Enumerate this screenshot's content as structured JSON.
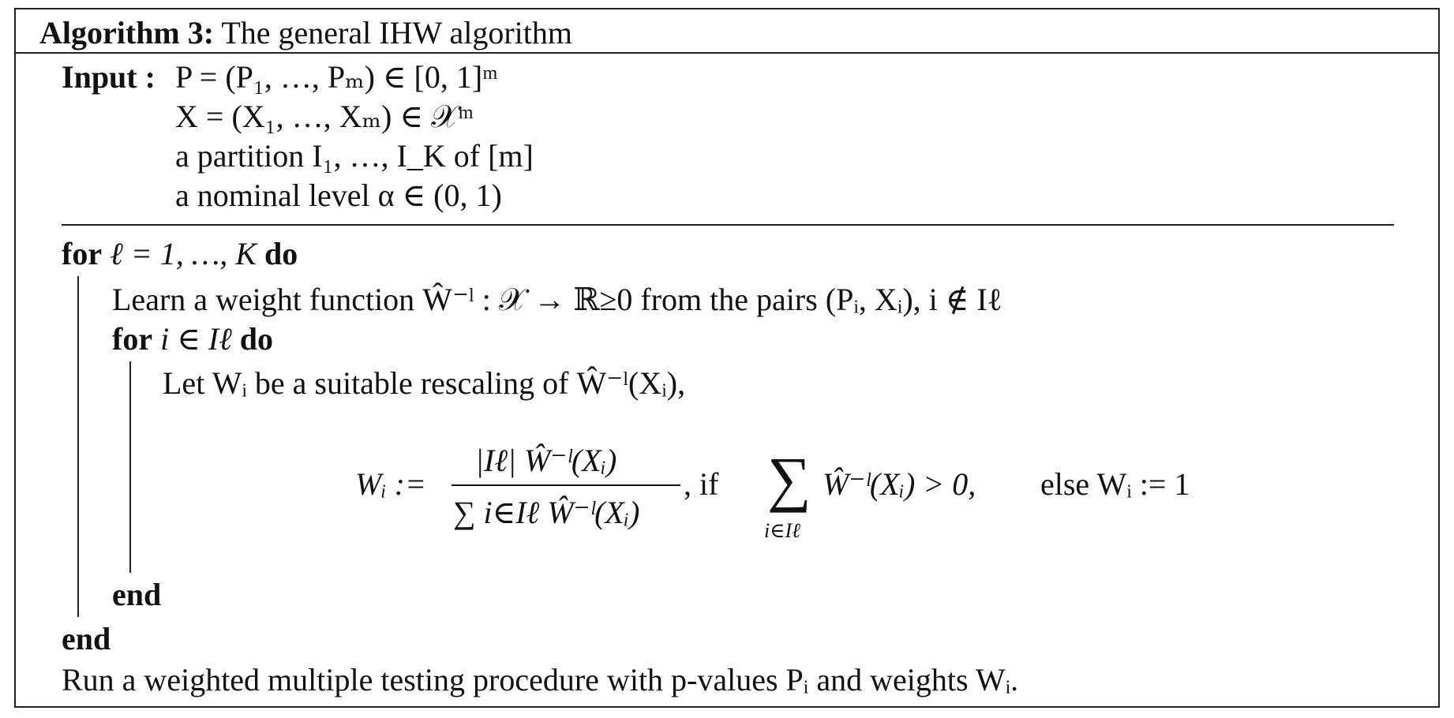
{
  "algorithm": {
    "title_label": "Algorithm 3:",
    "title_text": "The general IHW algorithm",
    "input_label": "Input :",
    "inputs": [
      "P = (P₁, …, Pₘ) ∈ [0, 1]ᵐ",
      "X = (X₁, …, Xₘ) ∈ 𝒳ᵐ",
      "a partition I₁, …, I_K of [m]",
      "a nominal level α ∈ (0, 1)"
    ],
    "lines": {
      "for_outer": "for ℓ = 1, …, K do",
      "learn": "Learn a weight function Ŵ⁻ˡ : 𝒳 → ℝ≥0 from the pairs (Pᵢ, Xᵢ), i ∉ Iℓ",
      "for_inner": "for i ∈ Iℓ do",
      "let": "Let Wᵢ be a suitable rescaling of Ŵ⁻ˡ(Xᵢ),",
      "formula_lhs": "Wᵢ :=",
      "formula_num": "|Iℓ| Ŵ⁻ˡ(Xᵢ)",
      "formula_den": "∑ i∈Iℓ Ŵ⁻ˡ(Xᵢ)",
      "formula_if": ",  if",
      "formula_sum_body": "Ŵ⁻ˡ(Xᵢ) > 0,",
      "formula_sum_sub": "i∈Iℓ",
      "formula_else": "else Wᵢ := 1",
      "end_inner": "end",
      "end_outer": "end",
      "run": "Run a weighted multiple testing procedure with p-values Pᵢ and weights Wᵢ."
    }
  }
}
